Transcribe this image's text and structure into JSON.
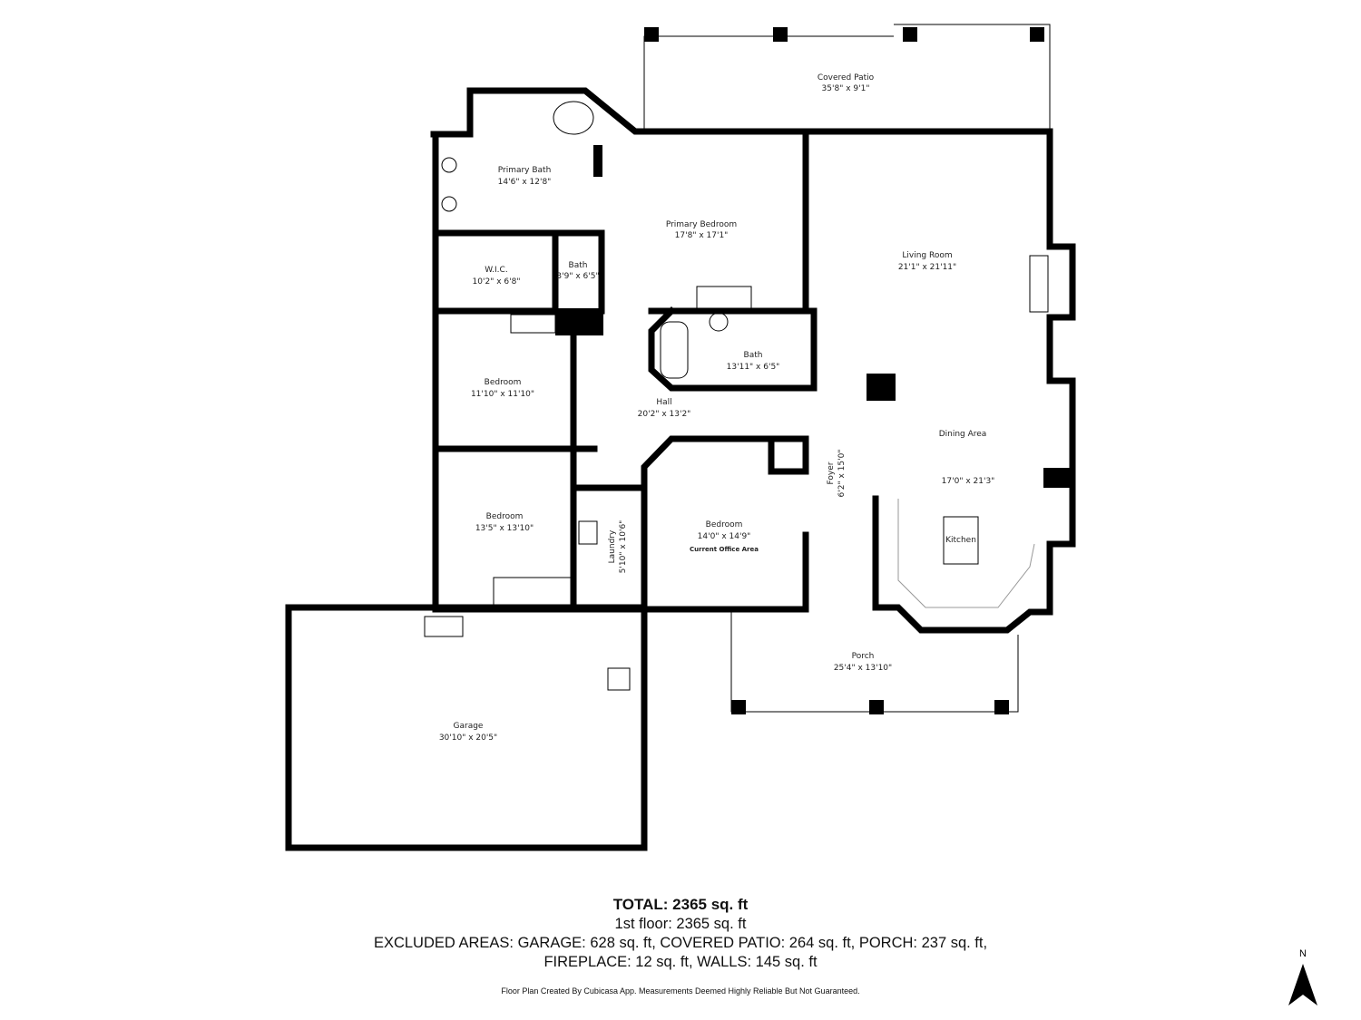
{
  "rooms": [
    {
      "name": "Covered Patio",
      "dims": "35'8\" x 9'1\""
    },
    {
      "name": "Primary Bath",
      "dims": "14'6\" x 12'8\""
    },
    {
      "name": "Primary Bedroom",
      "dims": "17'8\" x 17'1\""
    },
    {
      "name": "Living Room",
      "dims": "21'1\" x 21'11\""
    },
    {
      "name": "W.I.C.",
      "dims": "10'2\" x 6'8\""
    },
    {
      "name": "Bath",
      "dims": "3'9\" x 6'5\""
    },
    {
      "name": "Bath",
      "dims": "13'11\" x 6'5\""
    },
    {
      "name": "Bedroom",
      "dims": "11'10\" x 11'10\""
    },
    {
      "name": "Hall",
      "dims": "20'2\" x 13'2\""
    },
    {
      "name": "Dining Area",
      "dims": "17'0\" x 21'3\""
    },
    {
      "name": "Foyer",
      "dims": "6'2\" x 15'0\""
    },
    {
      "name": "Bedroom",
      "dims": "13'5\" x 13'10\""
    },
    {
      "name": "Laundry",
      "dims": "5'10\" x 10'6\""
    },
    {
      "name": "Bedroom",
      "dims": "14'0\" x 14'9\"",
      "note": "Current Office Area"
    },
    {
      "name": "Kitchen",
      "dims": ""
    },
    {
      "name": "Porch",
      "dims": "25'4\" x 13'10\""
    },
    {
      "name": "Garage",
      "dims": "30'10\" x 20'5\""
    }
  ],
  "summary": {
    "total": "TOTAL: 2365 sq. ft",
    "floor": "1st floor: 2365 sq. ft",
    "excluded_1": "EXCLUDED AREAS: GARAGE: 628 sq. ft, COVERED PATIO: 264 sq. ft, PORCH: 237 sq. ft,",
    "excluded_2": "FIREPLACE: 12 sq. ft, WALLS: 145 sq. ft"
  },
  "credit": "Floor Plan Created By Cubicasa App. Measurements Deemed Highly Reliable But Not Guaranteed.",
  "compass": {
    "label": "N",
    "icon": "north-arrow-icon"
  }
}
